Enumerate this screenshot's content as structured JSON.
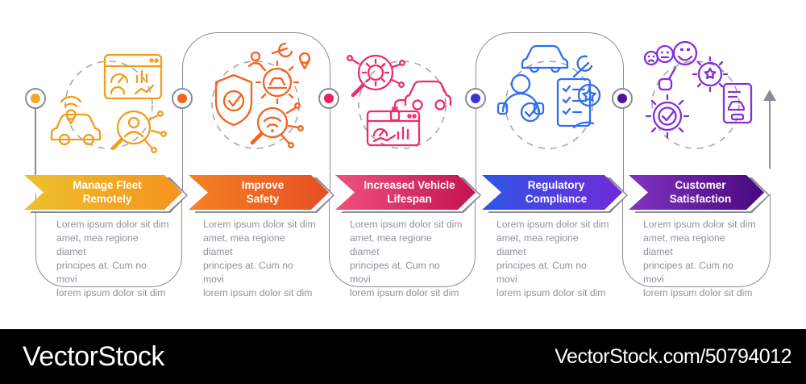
{
  "steps": [
    {
      "label_lines": [
        "Manage Fleet",
        "Remotely"
      ],
      "description_lines": [
        "Lorem ipsum dolor sit dim",
        "amet, mea regione diamet",
        "principes at. Cum no movi",
        "lorem ipsum dolor sit dim"
      ],
      "accent": "#F49C1C",
      "dot_color": "#F6A723",
      "gradient": [
        "#ECC12D",
        "#F6921E"
      ],
      "icons": [
        "fleet-dashboard-icon",
        "connected-car-icon",
        "driver-search-icon"
      ]
    },
    {
      "label_lines": [
        "Improve",
        "Safety"
      ],
      "description_lines": [
        "Lorem ipsum dolor sit dim",
        "amet, mea regione diamet",
        "principes at. Cum no movi",
        "lorem ipsum dolor sit dim"
      ],
      "accent": "#F2631F",
      "dot_color": "#F4641F",
      "gradient": [
        "#F58221",
        "#E64E25"
      ],
      "icons": [
        "safety-shield-icon",
        "car-service-gear-icon",
        "driver-person-icon",
        "wrench-icon",
        "location-pin-icon",
        "connected-search-icon"
      ]
    },
    {
      "label_lines": [
        "Increased Vehicle",
        "Lifespan"
      ],
      "description_lines": [
        "Lorem ipsum dolor sit dim",
        "amet, mea regione diamet",
        "principes at. Cum no movi",
        "lorem ipsum dolor sit dim"
      ],
      "accent": "#EE2D68",
      "dot_color": "#E72160",
      "gradient": [
        "#F0517F",
        "#C3134E"
      ],
      "icons": [
        "engine-diagnostics-icon",
        "electric-car-icon",
        "performance-dashboard-icon"
      ]
    },
    {
      "label_lines": [
        "Regulatory",
        "Compliance"
      ],
      "description_lines": [
        "Lorem ipsum dolor sit dim",
        "amet, mea regione diamet",
        "principes at. Cum no movi",
        "lorem ipsum dolor sit dim"
      ],
      "accent": "#2F6FEB",
      "dot_color": "#3A33D1",
      "gradient": [
        "#2F55E5",
        "#6F2AD9"
      ],
      "icons": [
        "car-icon",
        "repair-wrench-icon",
        "approved-driver-icon",
        "compliance-checklist-icon"
      ]
    },
    {
      "label_lines": [
        "Customer",
        "Satisfaction"
      ],
      "description_lines": [
        "Lorem ipsum dolor sit dim",
        "amet, mea regione diamet",
        "principes at. Cum no movi",
        "lorem ipsum dolor sit dim"
      ],
      "accent": "#8430D9",
      "dot_color": "#53119F",
      "gradient": [
        "#8232C3",
        "#47097B"
      ],
      "icons": [
        "feedback-rating-icon",
        "quality-gear-icon",
        "vehicle-document-icon",
        "approved-process-gear-icon"
      ]
    }
  ],
  "timeline": {
    "outline_gray": "#8C8C99",
    "dashed_circle_gray": "#A6A6B2",
    "end_marker": "up-arrow",
    "end_marker_color": "#8A8A96"
  },
  "text_colors": {
    "label_text": "#FFFFFF",
    "description_text": "#8E929B"
  },
  "watermark": {
    "brand": "VectorStock",
    "url_text": "VectorStock.com/50794012",
    "bar_color": "#000000"
  }
}
